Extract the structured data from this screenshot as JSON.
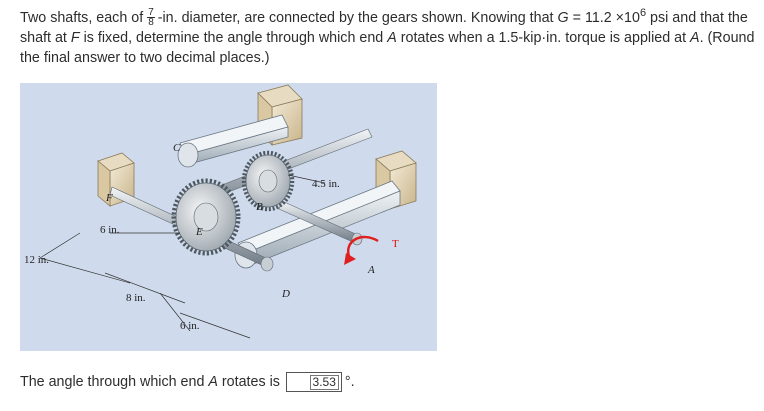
{
  "problem": {
    "t1": "Two shafts, each of",
    "frac_num": "7",
    "frac_den": "8",
    "t2": "-in. diameter, are connected by the gears shown. Knowing that",
    "g_sym": "G",
    "t3": " = 11.2 ×10",
    "exp": "6",
    "t4": " psi and that the shaft at",
    "f_sym": "F",
    "t5": " is fixed, determine the angle through which end",
    "a_sym": "A",
    "t6": " rotates when a 1.5-kip·in. torque is applied at",
    "a_sym2": "A",
    "t7": ". (Round the final answer to two decimal places.)"
  },
  "figure": {
    "labels": {
      "c": "C",
      "f": "F",
      "b": "B",
      "e": "E",
      "d": "D",
      "a": "A",
      "t": "T",
      "d45": "4.5 in.",
      "d6a": "6 in.",
      "d12": "12 in.",
      "d8": "8 in.",
      "d6b": "6 in."
    }
  },
  "answer": {
    "prompt_pre": "The angle through which end ",
    "a_sym": "A",
    "prompt_post": " rotates is",
    "value": "3.53",
    "unit": "°."
  }
}
